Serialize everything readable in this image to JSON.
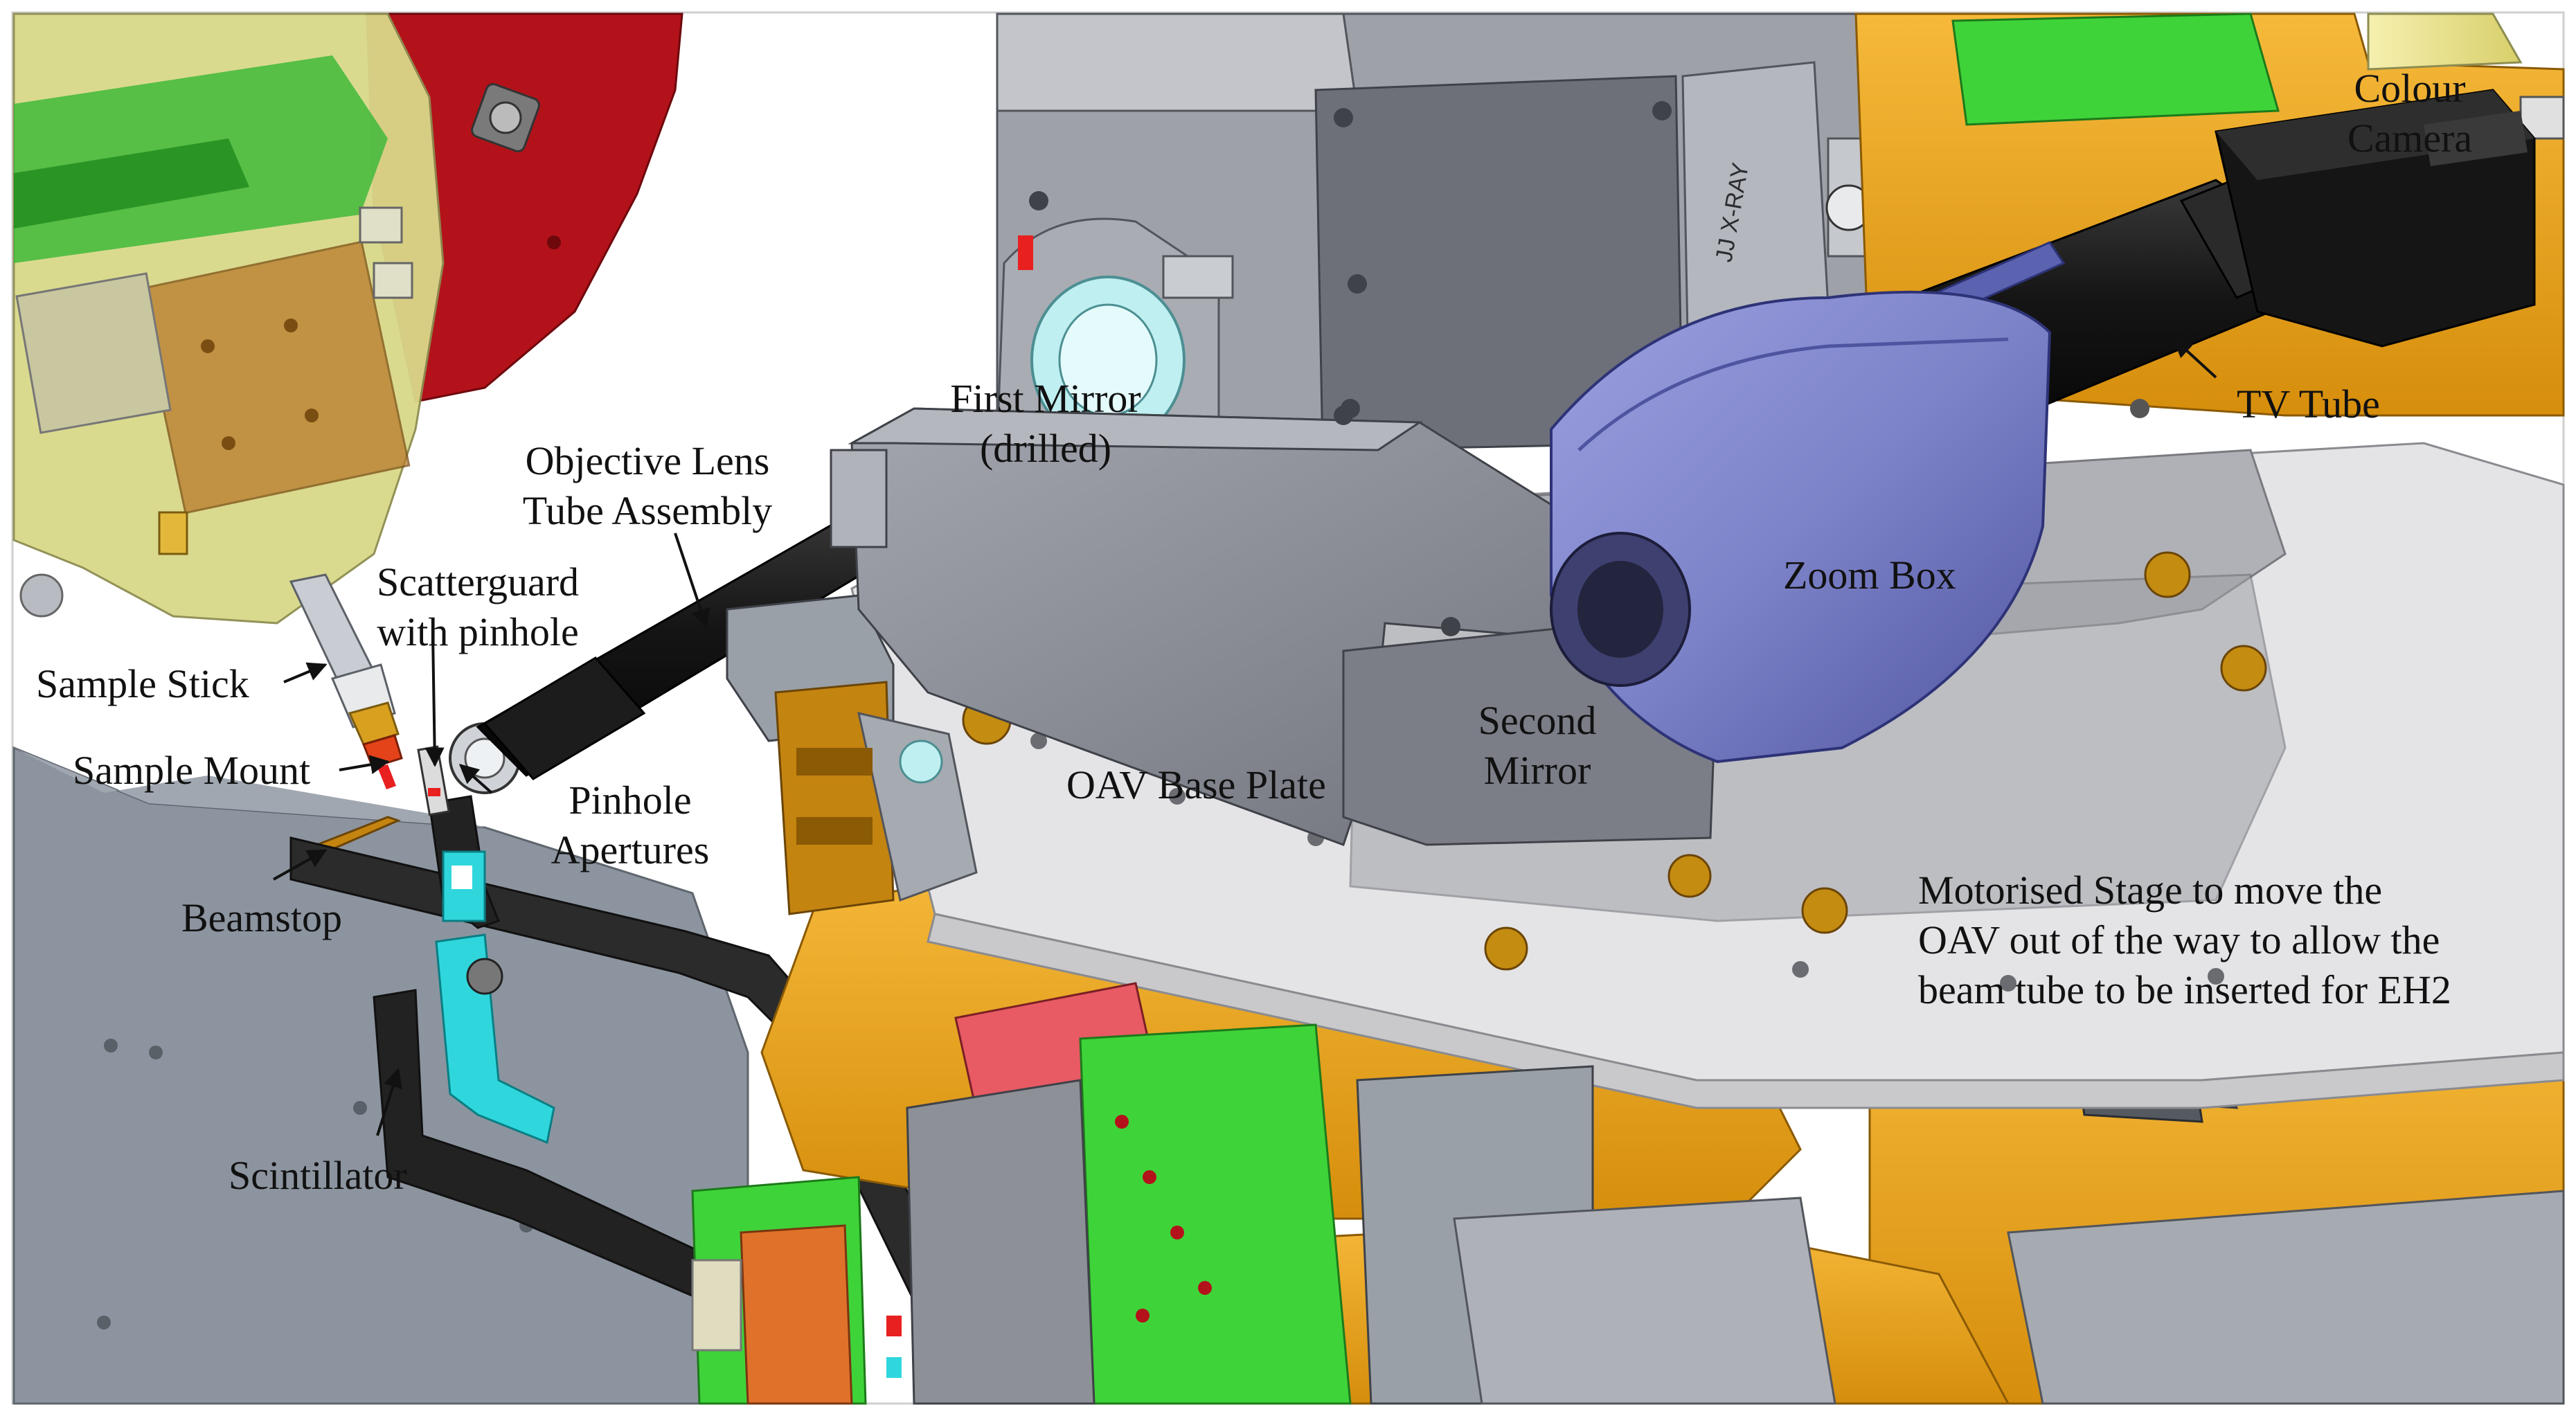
{
  "labels": {
    "colour_camera": [
      "Colour",
      "Camera"
    ],
    "tv_tube": "TV Tube",
    "first_mirror": [
      "First Mirror",
      "(drilled)"
    ],
    "objective_lens": [
      "Objective Lens",
      "Tube Assembly"
    ],
    "zoom_box": "Zoom Box",
    "scatterguard": [
      "Scatterguard",
      "with pinhole"
    ],
    "sample_stick": "Sample Stick",
    "sample_mount": "Sample Mount",
    "pinhole_apertures": [
      "Pinhole",
      "Apertures"
    ],
    "second_mirror": [
      "Second",
      "Mirror"
    ],
    "oav_base_plate": "OAV Base Plate",
    "beamstop": "Beamstop",
    "motorised_stage": [
      "Motorised Stage to move the",
      "OAV out of the way to allow the",
      "beam tube to be inserted for EH2"
    ],
    "scintillator": "Scintillator"
  },
  "brand_text": "JJ X-RAY",
  "colors": {
    "label_text": "#111111",
    "arrow": "#111111",
    "base_plate": "#e4e4e6",
    "orange_stage": "#f0a91e",
    "zoom_box_blue": "#7d83c8",
    "mirror_housing_grey": "#8a8d96",
    "goniometer_red": "#b3121a",
    "goniometer_yellow": "#d9d98a",
    "circuit_green": "#3fd33a",
    "background": "#ffffff"
  }
}
